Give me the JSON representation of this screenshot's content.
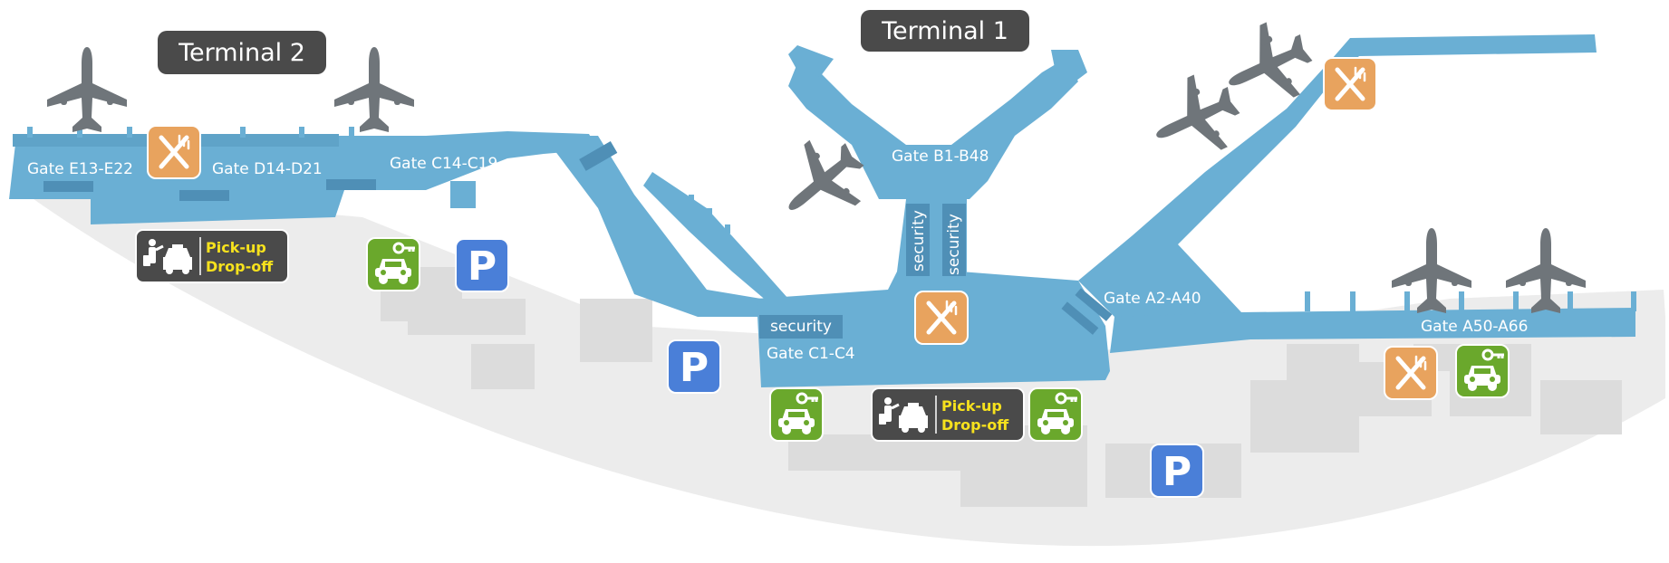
{
  "terminals": [
    {
      "name": "Terminal 2"
    },
    {
      "name": "Terminal 1"
    }
  ],
  "gates": [
    "Gate E13-E22",
    "Gate D14-D21",
    "Gate C14-C19",
    "Gate B1-B48",
    "Gate C1-C4",
    "Gate A2-A40",
    "Gate A50-A66"
  ],
  "security_labels": [
    "security",
    "security",
    "security"
  ],
  "pickup": {
    "line1": "Pick-up",
    "line2": "Drop-off"
  },
  "parking_letter": "P",
  "colors": {
    "terminal": "#6aafd4",
    "terminal_dark": "#4f8fb6",
    "ground": "#ececec",
    "building": "#d9d9d9",
    "plane": "#6f757a",
    "label_bg": "#4a4a4a",
    "restaurant": "#e8a35e",
    "car_rental": "#6aa82c",
    "parking": "#4a7fd8",
    "pickup_text": "#f7e21d"
  },
  "icons": [
    "airplane-icon",
    "restaurant-icon",
    "car-rental-icon",
    "parking-icon",
    "pickup-dropoff-icon"
  ]
}
